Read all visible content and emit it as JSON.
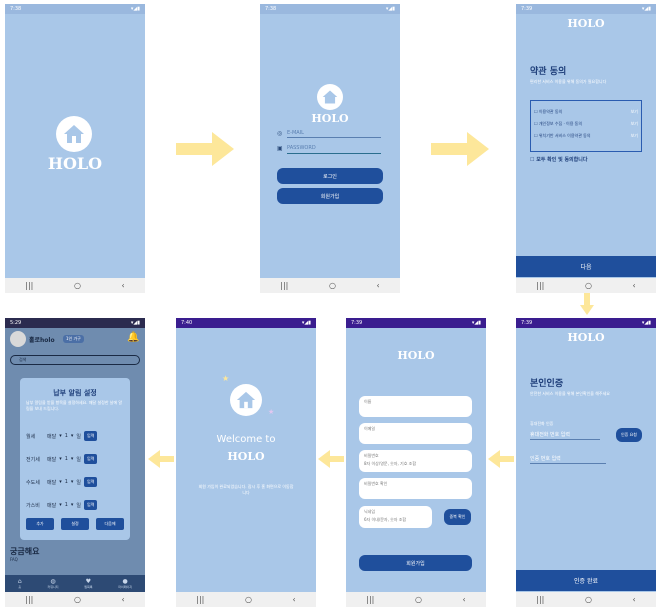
{
  "screens": {
    "splash": {
      "status_time": "7:38",
      "brand": "HOLO"
    },
    "login": {
      "status_time": "7:38",
      "brand": "HOLO",
      "email_placeholder": "E-MAIL",
      "password_placeholder": "PASSWORD",
      "login_label": "로그인",
      "signup_label": "회원가입"
    },
    "terms": {
      "status_time": "7:39",
      "brand": "HOLO",
      "title": "약관 동의",
      "subtitle": "편리한 서비스 이용을 위해 동의가 필요합니다",
      "items": [
        {
          "label": "이용약관 동의",
          "view": "보기"
        },
        {
          "label": "개인정보 수집 · 이용 동의",
          "view": "보기"
        },
        {
          "label": "위치기반 서비스 이용약관 동의",
          "view": "보기"
        }
      ],
      "agree_all": "모두 확인 및 동의합니다",
      "next_label": "다음"
    },
    "verify": {
      "status_time": "7:39",
      "brand": "HOLO",
      "title": "본인인증",
      "subtitle": "안전한 서비스 이용을 위해 본인확인을 해주세요",
      "phone_label": "휴대전화 인증",
      "phone_placeholder": "휴대전화 번호 입력",
      "request_label": "인증 요청",
      "code_placeholder": "인증 번호 입력",
      "done_label": "인증 완료"
    },
    "register": {
      "status_time": "7:39",
      "brand": "HOLO",
      "fields": [
        {
          "label": "이름",
          "placeholder": ""
        },
        {
          "label": "이메일",
          "placeholder": ""
        },
        {
          "label": "비밀번호",
          "placeholder": "8자 이상/영문, 숫자, 기호 조합"
        },
        {
          "label": "비밀번호 확인",
          "placeholder": ""
        }
      ],
      "nickname_label": "닉네임",
      "nickname_placeholder": "6자 이내/문자, 숫자 조합",
      "dup_check_label": "중복 확인",
      "submit_label": "회원가입"
    },
    "welcome": {
      "status_time": "7:40",
      "line1": "Welcome to",
      "line2": "HOLO",
      "message": "회원 가입이 완료되었습니다. 잠시 후 홈 화면으로 이동합니다"
    },
    "alarm": {
      "status_time": "5:29",
      "user_name": "홀로holo",
      "tag": "1인 가구",
      "search_placeholder": "검색",
      "dialog_title": "납부 알림 설정",
      "dialog_desc": "납부 알림을 받을 항목을 설정하세요. 매달 설정한 날에 알림을 보내 드립니다.",
      "rows": [
        {
          "name": "월세",
          "period": "매달",
          "day": "1",
          "unit": "일",
          "btn": "입력"
        },
        {
          "name": "전기세",
          "period": "매달",
          "day": "1",
          "unit": "일",
          "btn": "입력"
        },
        {
          "name": "수도세",
          "period": "매달",
          "day": "1",
          "unit": "일",
          "btn": "입력"
        },
        {
          "name": "가스비",
          "period": "매달",
          "day": "1",
          "unit": "일",
          "btn": "입력"
        }
      ],
      "add_label": "추가",
      "settings_label": "설정",
      "next_label": "다음에",
      "faq_title": "궁금해요",
      "faq_sub": "FAQ",
      "tabs": [
        "홈",
        "커뮤니티",
        "찜목록",
        "마이페이지"
      ]
    }
  },
  "colors": {
    "screen_bg": "#a9c7e8",
    "primary": "#1f4f9c",
    "arrow": "#fde79a",
    "status_dark": "#3a1d8f"
  }
}
